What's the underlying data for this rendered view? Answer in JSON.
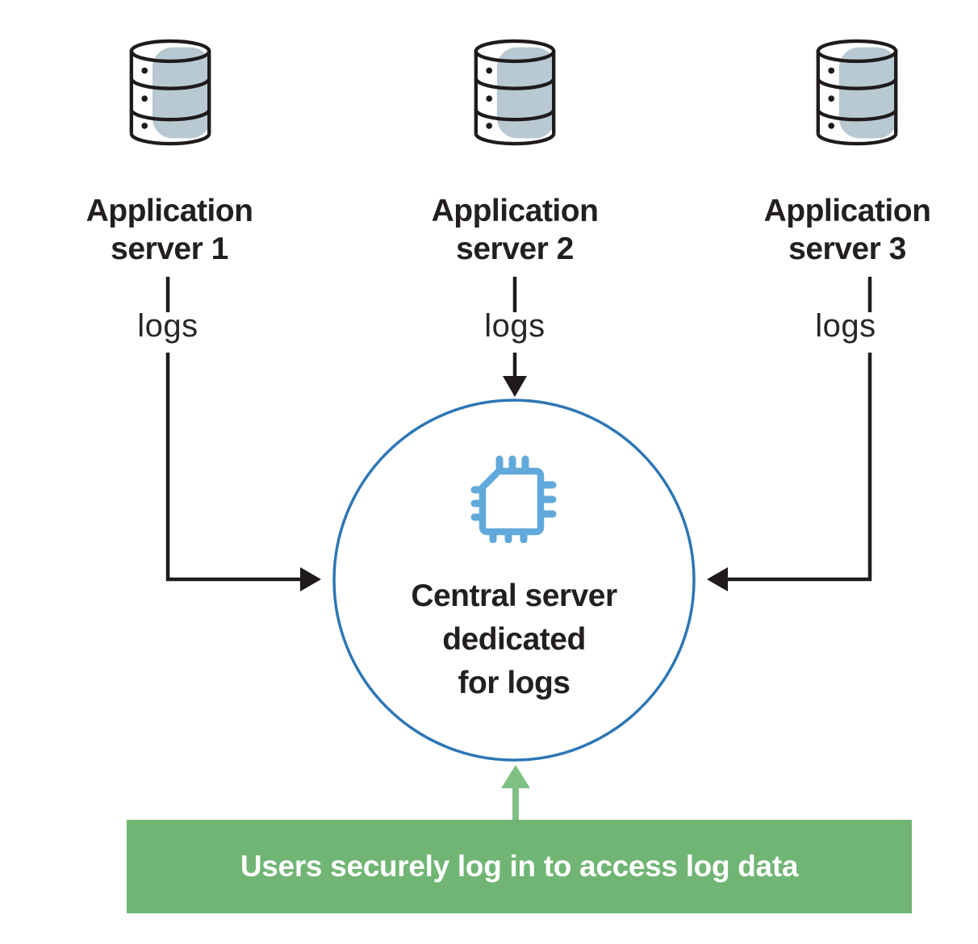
{
  "servers": [
    {
      "name": "Application server 1",
      "lines": [
        "Application",
        "server 1"
      ],
      "flow_label": "logs",
      "icon": "database-icon"
    },
    {
      "name": "Application server 2",
      "lines": [
        "Application",
        "server 2"
      ],
      "flow_label": "logs",
      "icon": "database-icon"
    },
    {
      "name": "Application server 3",
      "lines": [
        "Application",
        "server 3"
      ],
      "flow_label": "logs",
      "icon": "database-icon"
    }
  ],
  "central_server": {
    "name": "Central server dedicated for logs",
    "lines": [
      "Central server",
      "dedicated",
      "for logs"
    ],
    "icon": "cpu-chip-icon"
  },
  "banner": {
    "text": "Users securely log in to access log data"
  },
  "colors": {
    "circle_blue": "#2d76b5",
    "chip_blue": "#61a9db",
    "database_fill": "#b8c9d2",
    "banner_green": "#70b574",
    "arrow_green": "#7fc184",
    "line_black": "#1f1b1c",
    "text_dark": "#231f20"
  }
}
